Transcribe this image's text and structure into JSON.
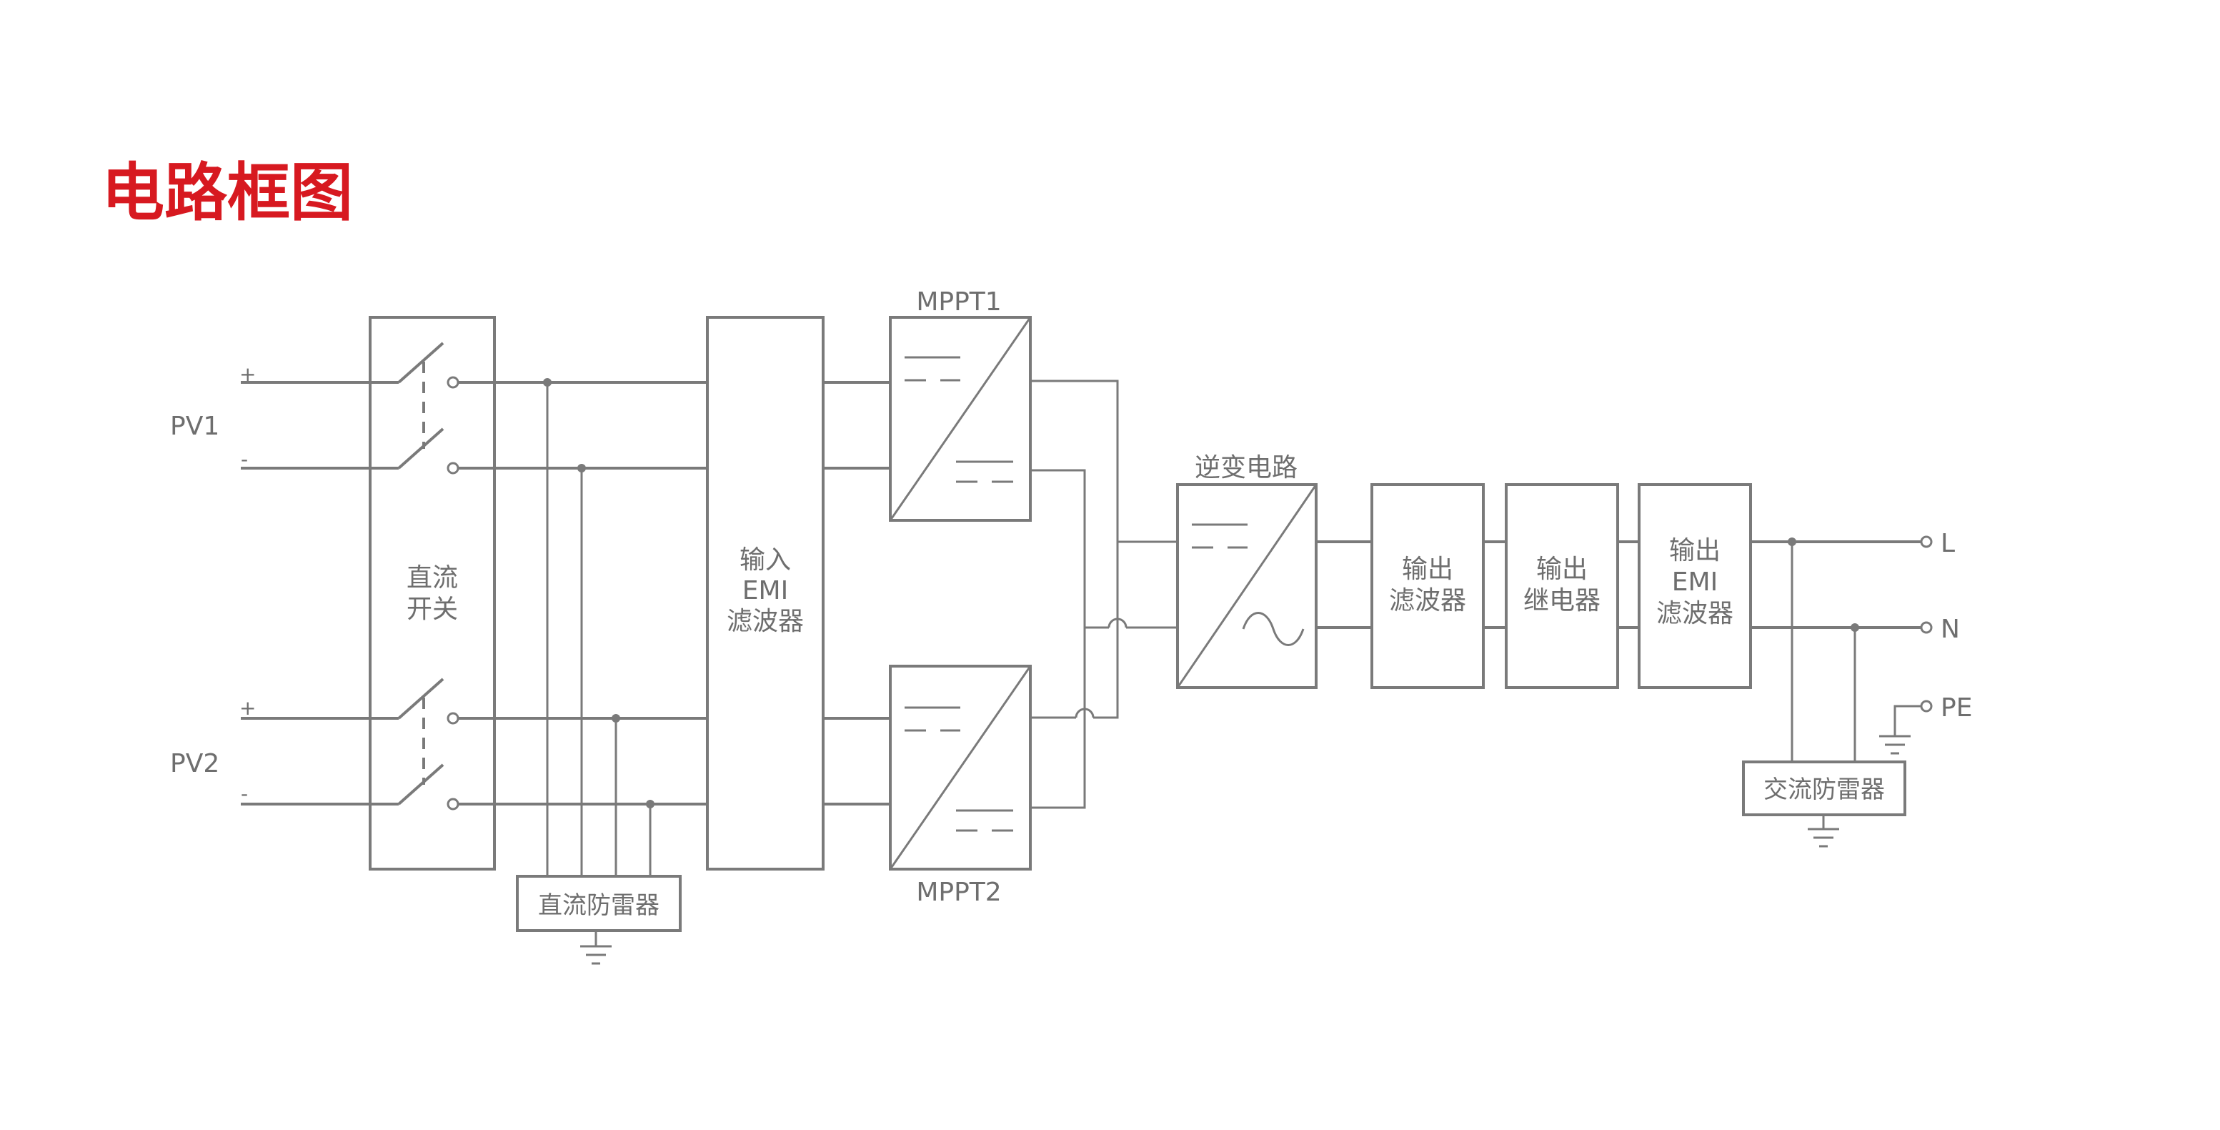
{
  "title": "电路框图",
  "labels": {
    "pv1": "PV1",
    "pv2": "PV2",
    "plus": "+",
    "minus": "-",
    "dc_switch": [
      "直流",
      "开关"
    ],
    "input_emi": [
      "输入",
      "EMI",
      "滤波器"
    ],
    "mppt1": "MPPT1",
    "mppt2": "MPPT2",
    "dc_spd": "直流防雷器",
    "inverter": "逆变电路",
    "output_filter": [
      "输出",
      "滤波器"
    ],
    "output_relay": [
      "输出",
      "继电器"
    ],
    "output_emi": [
      "输出",
      "EMI",
      "滤波器"
    ],
    "ac_spd": "交流防雷器",
    "term_l": "L",
    "term_n": "N",
    "term_pe": "PE"
  },
  "colors": {
    "title": "#d71920",
    "line": "#7a7a7a",
    "text": "#6e6e6e"
  }
}
